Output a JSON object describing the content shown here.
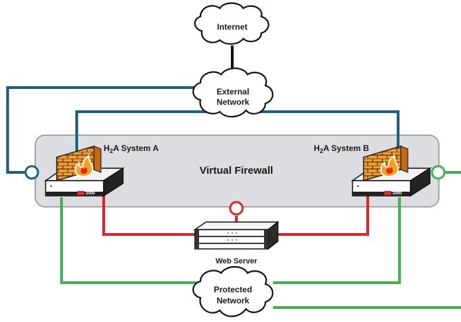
{
  "diagram": {
    "clouds": {
      "internet": "Internet",
      "external_line1": "External",
      "external_line2": "Network",
      "protected_line1": "Protected",
      "protected_line2": "Network"
    },
    "virtual_firewall_label": "Virtual Firewall",
    "system_a": {
      "prefix": "H",
      "sub": "2",
      "suffix": "A System A",
      "model": "2000"
    },
    "system_b": {
      "prefix": "H",
      "sub": "2",
      "suffix": "A System B",
      "model": "2000"
    },
    "web_server_label": "Web Server",
    "colors": {
      "external_link": "#1f5f80",
      "internal_link": "#e0242b",
      "protected_link": "#3fb34f",
      "internet_link": "#111111",
      "panel_fill": "#dcdde0",
      "panel_stroke": "#8c8e92",
      "brick": "#f39b2b"
    }
  }
}
